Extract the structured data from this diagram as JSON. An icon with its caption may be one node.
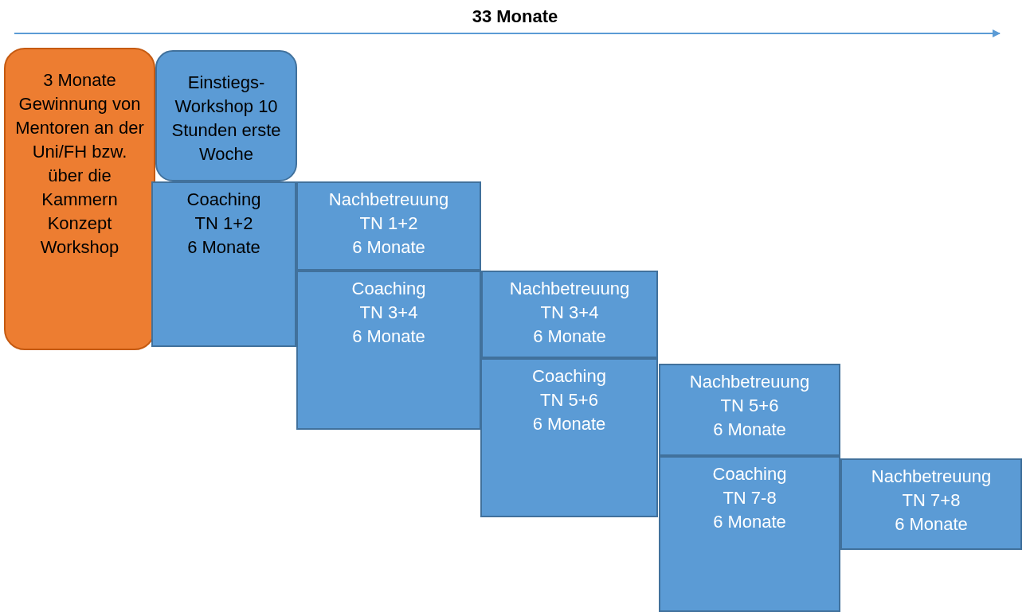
{
  "diagram": {
    "nodes": [
      {
        "text": [
          "3 Monate Gewinnung von Mentoren an der Uni/FH bzw. über die Kammern Konzept Workshop"
        ]
      },
      {
        "text": [
          "Einstiegs- Workshop 10 Stunden erste Woche"
        ]
      },
      {
        "text": [
          "Coaching",
          "TN 1+2",
          "6 Monate"
        ]
      },
      {
        "text": [
          "Nachbetreuung",
          "TN 1+2",
          "6 Monate"
        ]
      },
      {
        "text": [
          "Coaching",
          "TN 3+4",
          "6 Monate"
        ]
      },
      {
        "text": [
          "Nachbetreuung",
          "TN 3+4",
          "6 Monate"
        ]
      },
      {
        "text": [
          "Coaching",
          "TN 5+6",
          "6 Monate"
        ]
      },
      {
        "text": [
          "Nachbetreuung",
          "TN 5+6",
          "6 Monate"
        ]
      },
      {
        "text": [
          "Coaching",
          "TN 7-8",
          "6 Monate"
        ]
      },
      {
        "text": [
          "Nachbetreuung",
          "TN 7+8",
          "6 Monate"
        ]
      }
    ],
    "edges": [],
    "labels": [
      "33 Monate"
    ]
  }
}
